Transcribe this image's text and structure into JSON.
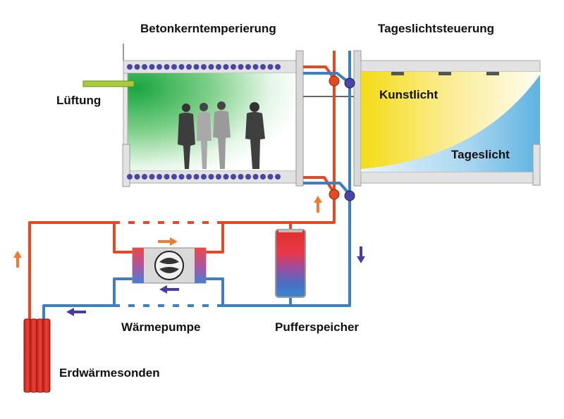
{
  "labels": {
    "betonkern": "Betonkerntemperierung",
    "tageslichtsteuerung": "Tageslichtsteuerung",
    "lueftung": "Lüftung",
    "kunstlicht": "Kunstlicht",
    "tageslicht": "Tageslicht",
    "waermepumpe": "Wärmepumpe",
    "pufferspeicher": "Pufferspeicher",
    "erdwaermesonden": "Erdwärmesonden"
  },
  "colors": {
    "supply_pipe": "#e34a21",
    "return_pipe": "#3d7fc1",
    "arrow_return": "#4b3aa6",
    "slab_dots": "#4b44a6",
    "ventilation": "#9cc53a",
    "green_zone": "#2bb04a",
    "artificial_light": "#f5dd1f",
    "daylight": "#79bde3",
    "frame": "#b9b9b9"
  }
}
